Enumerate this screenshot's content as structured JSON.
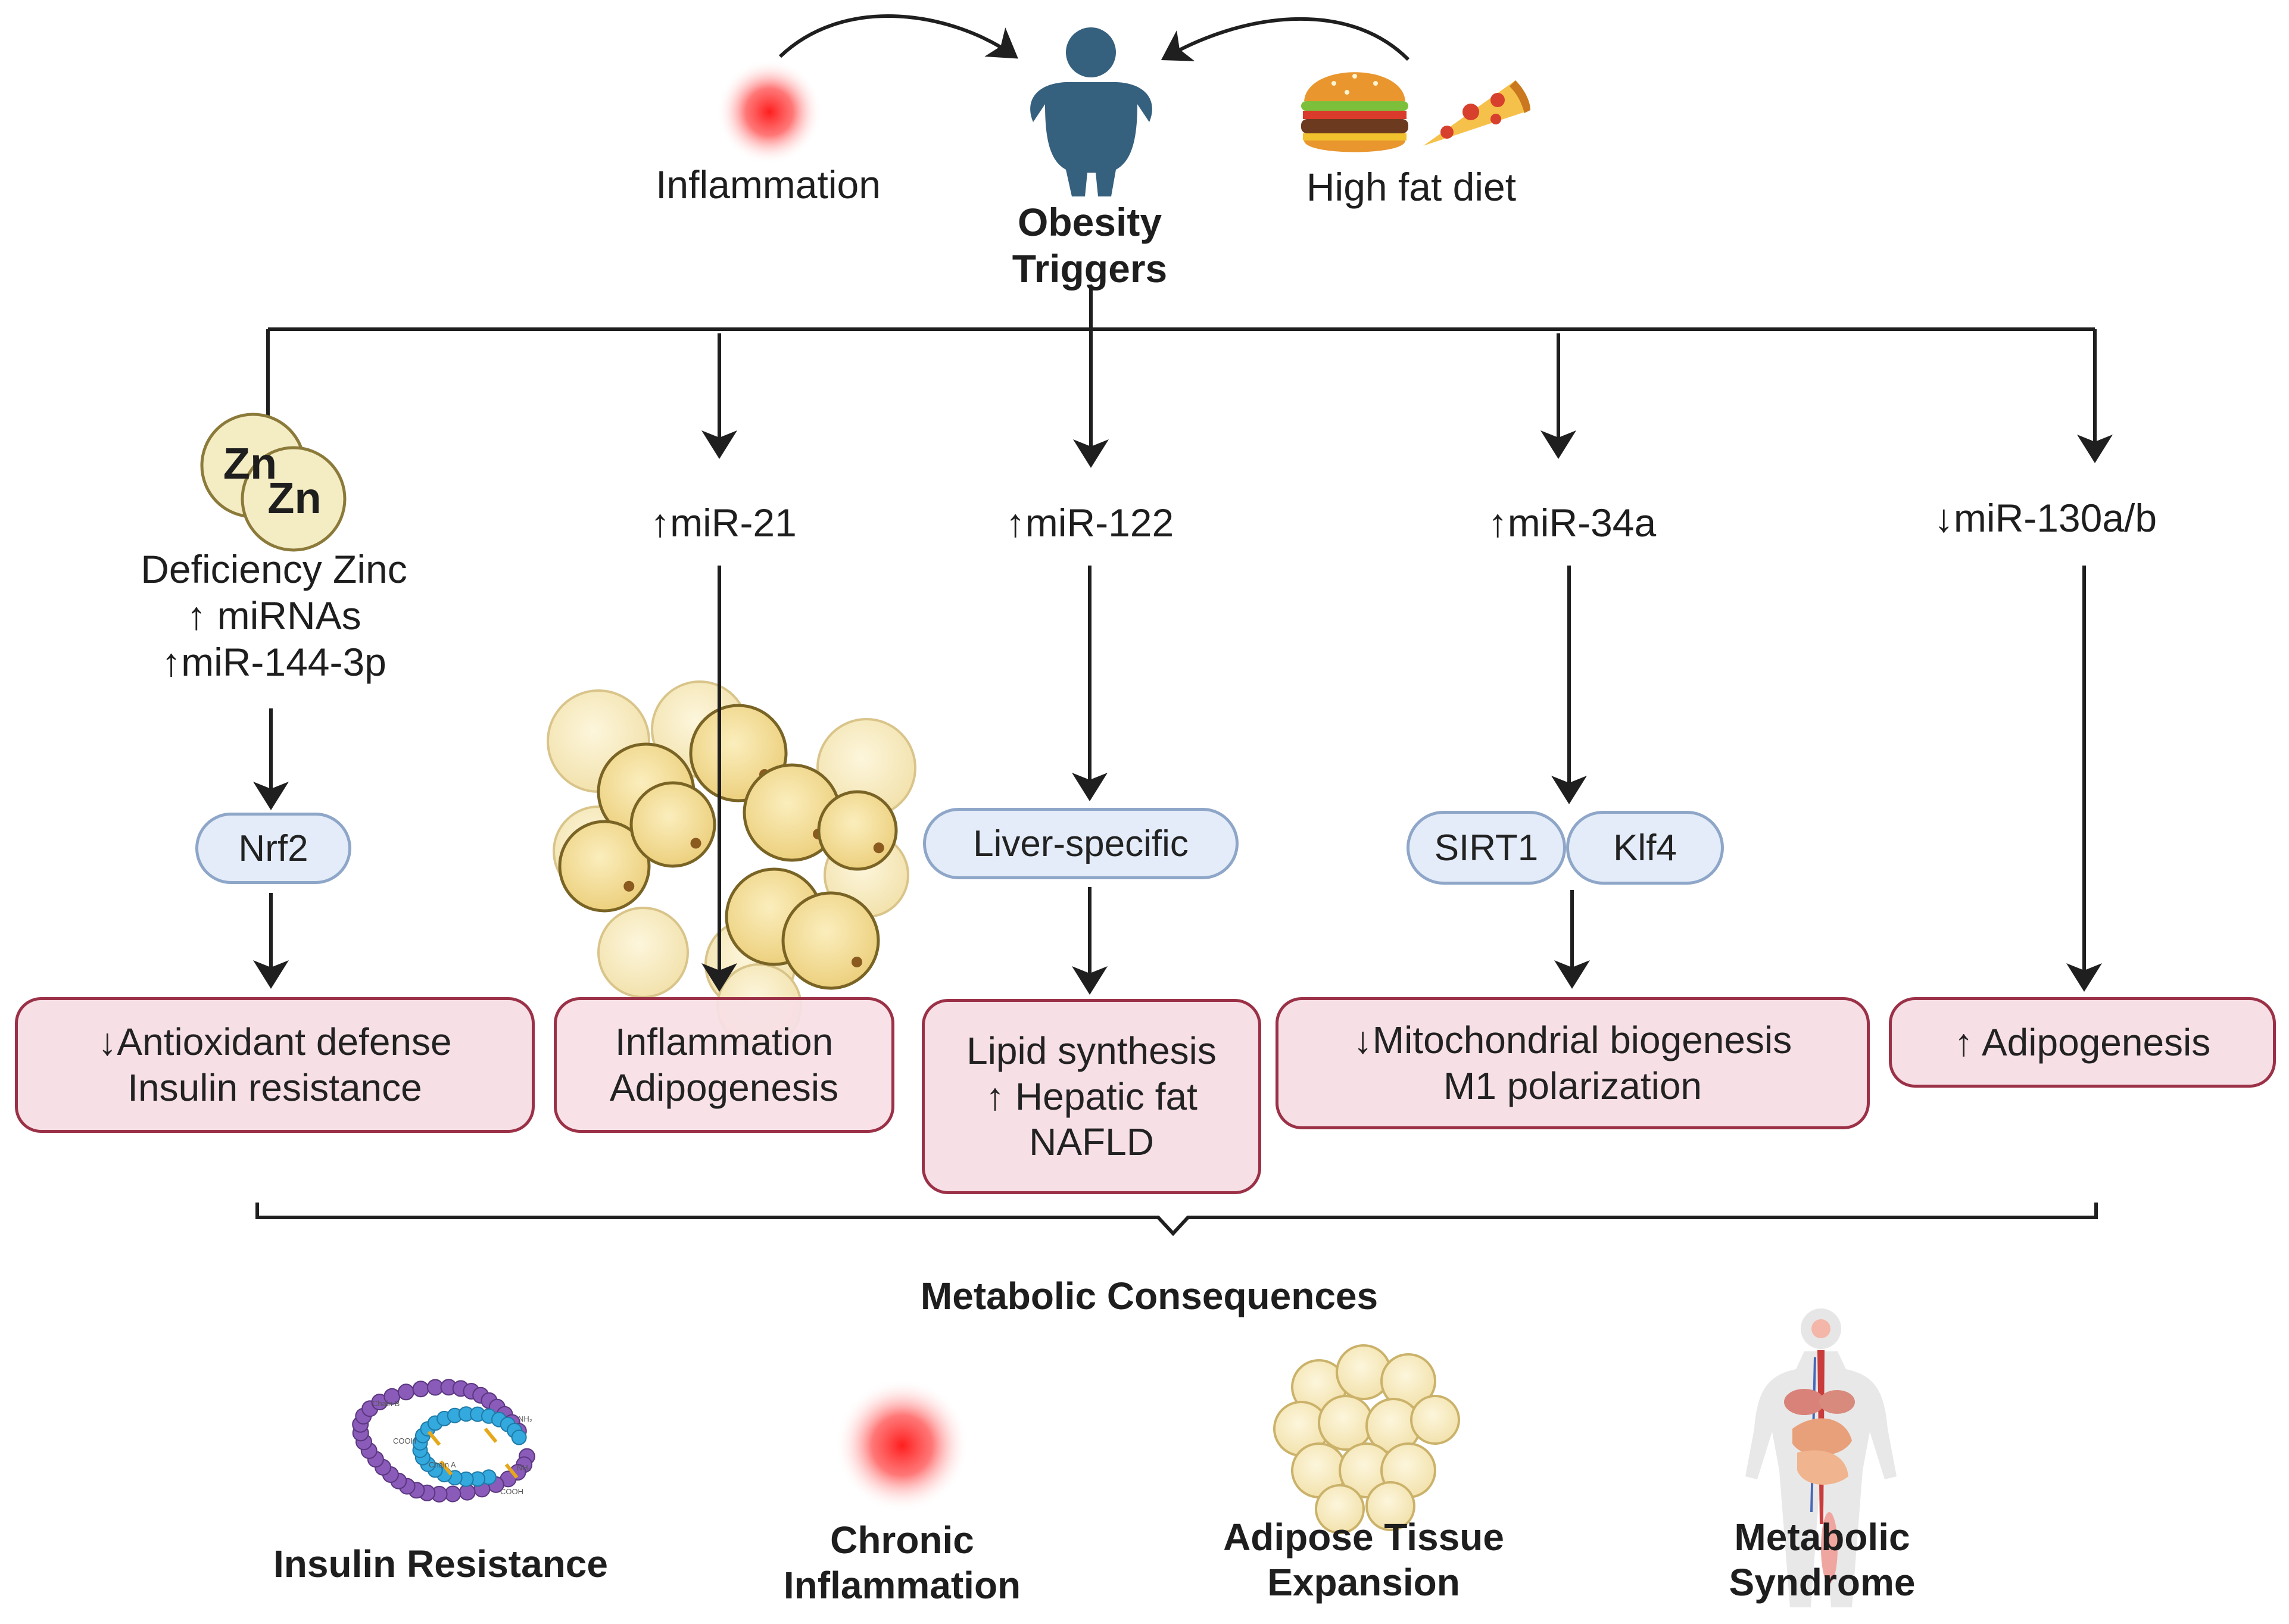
{
  "triggers": {
    "inflammation": "Inflammation",
    "high_fat_diet": "High fat diet",
    "obesity_line1": "Obesity",
    "obesity_line2": "Triggers"
  },
  "zinc": {
    "coin_label": "Zn",
    "line1": "Deficiency Zinc",
    "line2": "↑ miRNAs",
    "line3": "↑miR-144-3p"
  },
  "mirnas": {
    "mir21": "↑miR-21",
    "mir122": "↑miR-122",
    "mir34a": "↑miR-34a",
    "mir130": "↓miR-130a/b"
  },
  "mediators": {
    "nrf2": "Nrf2",
    "liver": "Liver-specific",
    "sirt1": "SIRT1",
    "klf4": "Klf4"
  },
  "outcomes": {
    "b1": [
      "↓Antioxidant defense",
      "Insulin resistance"
    ],
    "b2": [
      "Inflammation",
      "Adipogenesis"
    ],
    "b3": [
      "Lipid synthesis",
      "↑ Hepatic fat",
      "NAFLD"
    ],
    "b4": [
      "↓Mitochondrial biogenesis",
      "M1 polarization"
    ],
    "b5": [
      "↑ Adipogenesis"
    ]
  },
  "consequences": {
    "title": "Metabolic Consequences",
    "insulin": "Insulin Resistance",
    "chronic_1": "Chronic",
    "chronic_2": "Inflammation",
    "adipose_1": "Adipose Tissue",
    "adipose_2": "Expansion",
    "syndrome_1": "Metabolic",
    "syndrome_2": "Syndrome"
  },
  "insulin_chain_labels": {
    "chain_b": "Chain B",
    "chain_a": "Chain A",
    "cooh": "COOH",
    "nh2": "NH₂"
  },
  "colors": {
    "arrow": "#1f1f1f",
    "pill_fill": "#e3ecf8",
    "pill_border": "#8ea6c8",
    "box_fill": "#f7dfe6",
    "box_border": "#9b3147",
    "person": "#35607e",
    "fat_cell": "#f1da93",
    "glow": "#ff2a2a",
    "zinc_coin": "#f4edc4"
  }
}
